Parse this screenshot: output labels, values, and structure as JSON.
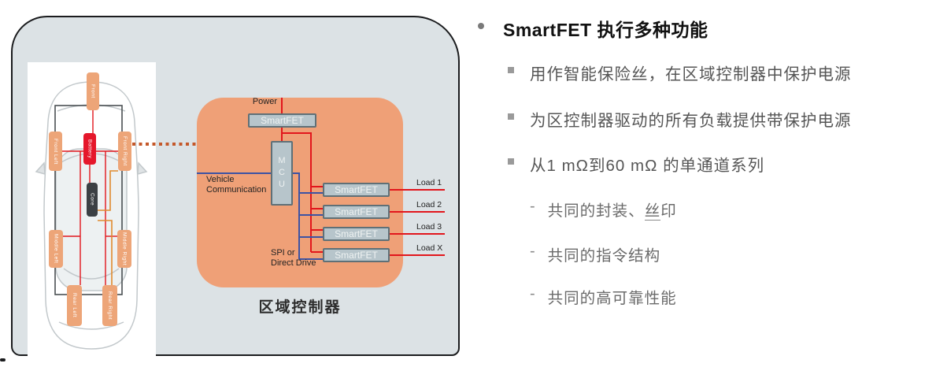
{
  "colors": {
    "panel-bg": "#dce2e5",
    "panel-border": "#1b1c1e",
    "orange-box": "#efa077",
    "zone-box": "#eda578",
    "battery-red": "#e5172b",
    "core-dark": "#3b4044",
    "chip-fill": "#b7c5cb",
    "chip-border": "#5f7077",
    "wire-red": "#e2161c",
    "wire-blue": "#3c53a4",
    "wire-orange": "#e08a2e",
    "dotted-orange": "#c4582a",
    "title-text": "#111111",
    "body-text": "#565656",
    "sub-text": "#6a6a6a"
  },
  "panel": {
    "car": {
      "zones": [
        {
          "label": "Front"
        },
        {
          "label": "Front Left"
        },
        {
          "label": "Battery"
        },
        {
          "label": "Front Right"
        },
        {
          "label": "Core"
        },
        {
          "label": "Middle Left"
        },
        {
          "label": "Middle Right"
        },
        {
          "label": "Rear Left"
        },
        {
          "label": "Rear Right"
        }
      ]
    },
    "diagram": {
      "power_label": "Power",
      "input_fet_label": "SmartFET",
      "mcu_label": "MCU",
      "vehicle_comm_line1": "Vehicle",
      "vehicle_comm_line2": "Communication",
      "spi_line1": "SPI or",
      "spi_line2": "Direct Drive",
      "channels": [
        {
          "fet": "SmartFET",
          "load": "Load 1"
        },
        {
          "fet": "SmartFET",
          "load": "Load 2"
        },
        {
          "fet": "SmartFET",
          "load": "Load 3"
        },
        {
          "fet": "SmartFET",
          "load": "Load X"
        }
      ],
      "caption": "区域控制器"
    }
  },
  "content": {
    "title": "SmartFET 执行多种功能",
    "bullets": [
      {
        "text": "用作智能保险丝，在区域控制器中保护电源"
      },
      {
        "text": "为区控制器驱动的所有负载提供带保护电源"
      },
      {
        "text": "从1 mΩ到60 mΩ 的单通道系列"
      }
    ],
    "sub_bullet_marker": "-",
    "sub_bullets": [
      {
        "pre": "共同的封装、",
        "underlined": "丝",
        "post": "印"
      },
      {
        "pre": "共同的指令结构",
        "underlined": "",
        "post": ""
      },
      {
        "pre": "共同的高可靠性能",
        "underlined": "",
        "post": ""
      }
    ]
  }
}
